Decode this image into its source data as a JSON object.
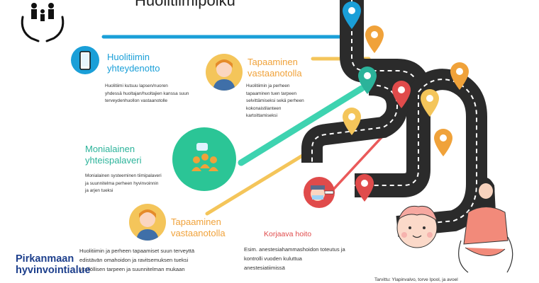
{
  "title": "Huolitiimipolku",
  "colors": {
    "blue": "#1a9fd8",
    "orange": "#f0a23a",
    "green": "#2bb39a",
    "red": "#e04b4b",
    "yellow": "#f4c55a",
    "road": "#2b2b2b"
  },
  "steps": {
    "contact": {
      "icon": "smartphone-icon",
      "title_line1": "Huolitiimin",
      "title_line2": "yhteydenotto",
      "text_line1": "Huolitiimi kutsuu lapsen/nuoren",
      "text_line2": "yhdessä huoltajan/huoltajien kanssa suun",
      "text_line3": "terveydenhuollon vastaanotolle"
    },
    "meeting1": {
      "icon": "nurse-avatar-icon",
      "title_line1": "Tapaaminen",
      "title_line2": "vastaanotolla",
      "text_line1": "Huolitiimin ja perheen",
      "text_line2": "tapaaminen tuen tarpeen",
      "text_line3": "selvittämiseksi sekä perheen",
      "text_line4": "kokonaistilanteen",
      "text_line5": "kartoittamiseksi"
    },
    "multidisciplinary": {
      "icon": "team-meeting-icon",
      "title_line1": "Monialainen",
      "title_line2": "yhteispalaveri",
      "text_line1": "Monialainen systeeminen tiimipalaveri",
      "text_line2": "ja suunnitelma perheen hyvinvoinnin",
      "text_line3": "ja arjen tueksi"
    },
    "meeting2": {
      "icon": "nurse-avatar-icon",
      "title_line1": "Tapaaminen",
      "title_line2": "vastaanotolla",
      "text_line1": "Huolitiimin ja perheen tapaamiset suun terveyttä",
      "text_line2": "edistävän omahoidon ja ravitsemuksen tueksi",
      "text_line3": "yksilöllisen tarpeen ja suunnitelman mukaan"
    },
    "treatment": {
      "icon": "dentist-icon",
      "title": "Korjaava hoito",
      "text_line1": "Esim. anestesiahammashoidon toteutus ja",
      "text_line2": "kontrolli vuoden kuluttua",
      "text_line3": "anestesiatiimissä"
    }
  },
  "logo": {
    "line1": "Pirkanmaan",
    "line2": "hyvinvointialue"
  },
  "caption": "Tarvittu: Ylapinvalvo, torve Ipool, ja avoel"
}
